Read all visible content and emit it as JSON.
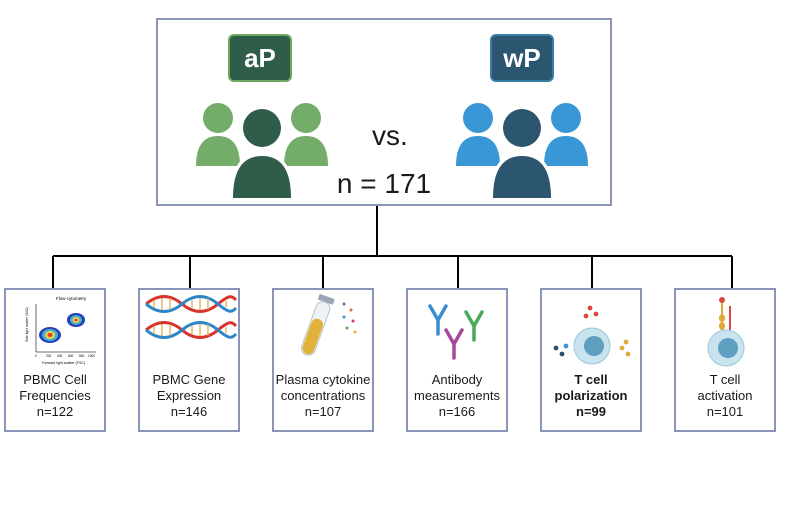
{
  "header": {
    "group_a": "aP",
    "group_b": "wP",
    "vs": "vs.",
    "n_total": "n = 171"
  },
  "colors": {
    "ap_dark": "#2f5d4a",
    "ap_light": "#74ac6a",
    "wp_dark": "#2c5570",
    "wp_light": "#3a97d6",
    "border": "#8a93b8"
  },
  "flow_plot": {
    "title": "Flow cytometry",
    "ylabel": "Side light scatter (SSC)",
    "xlabel": "Forward light scatter (FSC)",
    "ticks": [
      "0",
      "200",
      "400",
      "600",
      "800",
      "1000"
    ]
  },
  "assays": [
    {
      "line1": "PBMC Cell",
      "line2": "Frequencies",
      "n": "n=122",
      "icon": "flow-cytometry-icon"
    },
    {
      "line1": "PBMC Gene",
      "line2": "Expression",
      "n": "n=146",
      "icon": "dna-icon"
    },
    {
      "line1": "Plasma cytokine",
      "line2": "concentrations",
      "n": "n=107",
      "icon": "test-tube-icon"
    },
    {
      "line1": "Antibody",
      "line2": "measurements",
      "n": "n=166",
      "icon": "antibody-icon"
    },
    {
      "line1": "T cell",
      "line2": "polarization",
      "n": "n=99",
      "icon": "t-cell-polarization-icon"
    },
    {
      "line1": "T cell",
      "line2": "activation",
      "n": "n=101",
      "icon": "t-cell-activation-icon"
    }
  ]
}
